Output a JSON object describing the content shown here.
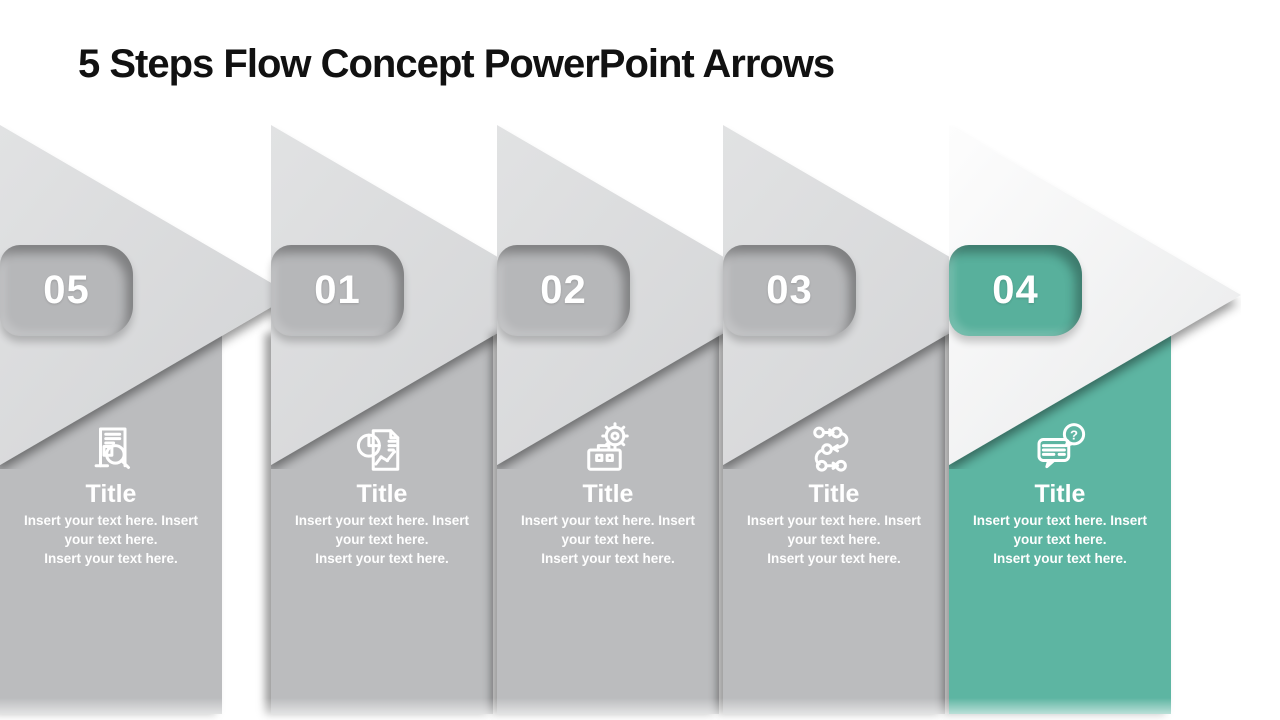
{
  "slide": {
    "title": "5 Steps Flow Concept PowerPoint Arrows"
  },
  "colors": {
    "accent_badge": "#58b09c",
    "accent_column": "#5db5a2",
    "gray_badge": "#b6b7b9",
    "gray_column": "#bbbcbe",
    "gray_triangle": "#d9dadb",
    "active_triangle": "#f7f8f8",
    "title_color": "#111111",
    "text_on_fill": "#ffffff"
  },
  "steps": [
    {
      "number": "01",
      "icon": "report-chart-icon",
      "title": "Title",
      "body": "Insert your text here. Insert\nyour text here.\nInsert your text here.",
      "accent": false
    },
    {
      "number": "02",
      "icon": "toolbox-gear-icon",
      "title": "Title",
      "body": "Insert your text here. Insert\nyour text here.\nInsert your text here.",
      "accent": false
    },
    {
      "number": "03",
      "icon": "process-flow-icon",
      "title": "Title",
      "body": "Insert your text here. Insert\nyour text here.\nInsert your text here.",
      "accent": false
    },
    {
      "number": "04",
      "icon": "chat-question-icon",
      "title": "Title",
      "body": "Insert your text here. Insert\nyour text here.\nInsert your text here.",
      "accent": true
    },
    {
      "number": "05",
      "icon": "document-search-icon",
      "title": "Title",
      "body": "Insert your text here. Insert\nyour text here.\nInsert your text here.",
      "accent": false
    }
  ]
}
